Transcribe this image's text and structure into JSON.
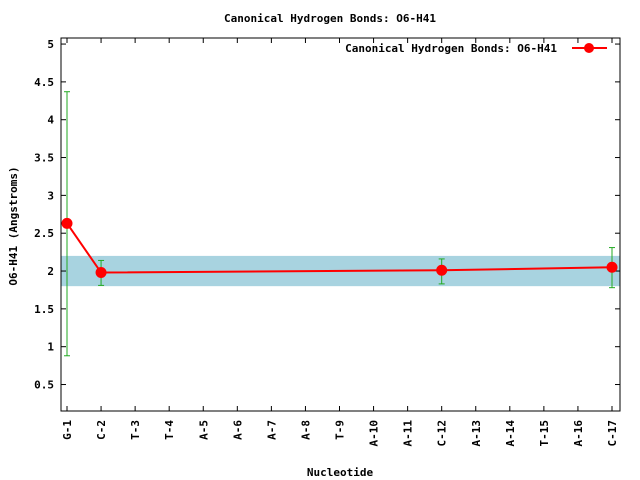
{
  "chart_data": {
    "type": "line",
    "title": "Canonical Hydrogen Bonds: O6-H41",
    "xlabel": "Nucleotide",
    "ylabel": "O6-H41 (Angstroms)",
    "categories": [
      "G-1",
      "C-2",
      "T-3",
      "T-4",
      "A-5",
      "A-6",
      "A-7",
      "A-8",
      "T-9",
      "A-10",
      "A-11",
      "C-12",
      "A-13",
      "A-14",
      "T-15",
      "A-16",
      "C-17"
    ],
    "ylim": [
      0.15,
      5.08
    ],
    "yticks": [
      0.5,
      1,
      1.5,
      2,
      2.5,
      3,
      3.5,
      4,
      4.5,
      5
    ],
    "ytick_labels": [
      "0.5",
      "1",
      "1.5",
      "2",
      "2.5",
      "3",
      "3.5",
      "4",
      "4.5",
      "5"
    ],
    "band": {
      "ymin": 1.8,
      "ymax": 2.2,
      "color": "#a8d3e0"
    },
    "legend": {
      "label": "Canonical Hydrogen Bonds: O6-H41",
      "placement": "top-right"
    },
    "series": [
      {
        "name": "Canonical Hydrogen Bonds: O6-H41",
        "color": "#ff0000",
        "points": [
          {
            "x": "G-1",
            "y": 2.63,
            "err_low": 0.88,
            "err_high": 4.37
          },
          {
            "x": "C-2",
            "y": 1.98,
            "err_low": 1.81,
            "err_high": 2.14
          },
          {
            "x": "C-12",
            "y": 2.01,
            "err_low": 1.83,
            "err_high": 2.16
          },
          {
            "x": "C-17",
            "y": 2.05,
            "err_low": 1.78,
            "err_high": 2.31
          }
        ]
      }
    ],
    "errorbar_color": "#22aa22",
    "grid": false
  }
}
